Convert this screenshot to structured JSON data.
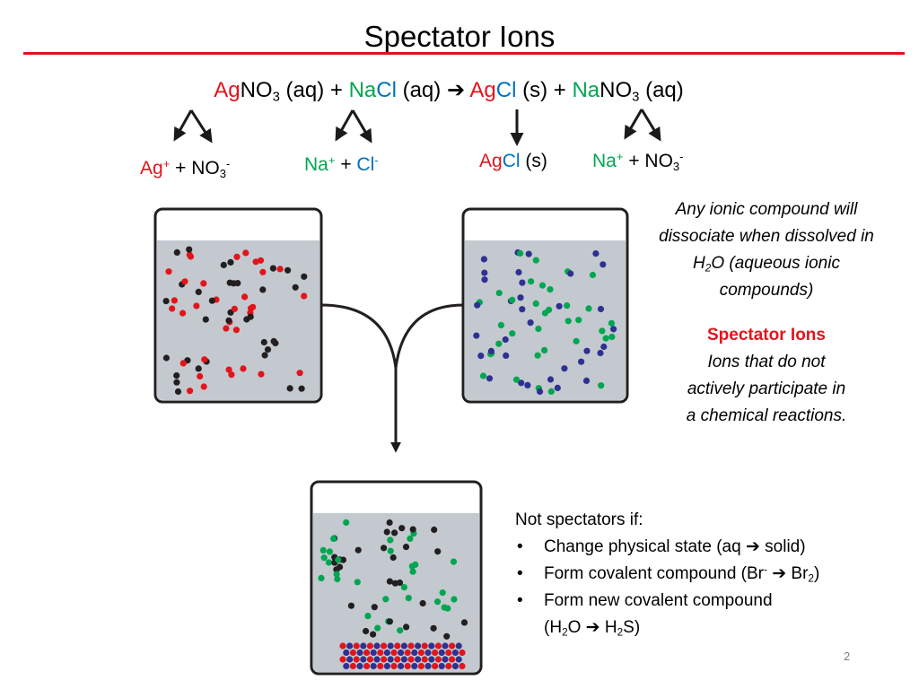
{
  "slide": {
    "title": "Spectator Ions",
    "page_number": "2"
  },
  "equation": {
    "r1_cation": "Ag",
    "r1_anion": "NO",
    "r1_sub": "3",
    "r1_state": "(aq)",
    "plus": "+",
    "r2_cation": "Na",
    "r2_anion": "Cl",
    "r2_state": "(aq)",
    "arrow": "➔",
    "p1_cation": "Ag",
    "p1_anion": "Cl",
    "p1_state": "(s)",
    "p2_cation": "Na",
    "p2_anion": "NO",
    "p2_sub": "3",
    "p2_state": "(aq)"
  },
  "ions": {
    "ag": "Ag",
    "ag_charge": "+",
    "plus": "+",
    "no3": "NO",
    "no3_sub": "3",
    "no3_charge": "-",
    "na": "Na",
    "na_charge": "+",
    "cl": "Cl",
    "cl_charge": "-",
    "agcl_ag": "Ag",
    "agcl_cl": "Cl",
    "agcl_state": "(s)",
    "na2": "Na",
    "na2_charge": "+",
    "no3b": "NO",
    "no3b_sub": "3",
    "no3b_charge": "-"
  },
  "note": {
    "line1": "Any ionic compound will",
    "line2": "dissociate when dissolved in",
    "line3a": "H",
    "line3_sub": "2",
    "line3b": "O (aqueous ionic",
    "line4": "compounds)",
    "heading": "Spectator Ions",
    "def1": "Ions that do not",
    "def2": "actively participate in",
    "def3": "a chemical reactions."
  },
  "list": {
    "intro": "Not spectators if:",
    "item1": "Change physical state (aq ➔ solid)",
    "item2a": "Form covalent compound (Br",
    "item2_sup": "-",
    "item2b": " ➔ Br",
    "item2_sub": "2",
    "item2c": ")",
    "item3": "Form new covalent compound",
    "item3b_1": "(H",
    "item3b_sub1": "2",
    "item3b_2": "O ➔ H",
    "item3b_sub2": "2",
    "item3b_3": "S)"
  },
  "colors": {
    "accent_red": "#e3141b",
    "green": "#00a651",
    "blue": "#0070c0",
    "ion_red": "#e3141b",
    "ion_black": "#231f20",
    "ion_green": "#00a651",
    "ion_navy": "#2e3192",
    "solution": "#c3c9ce"
  }
}
